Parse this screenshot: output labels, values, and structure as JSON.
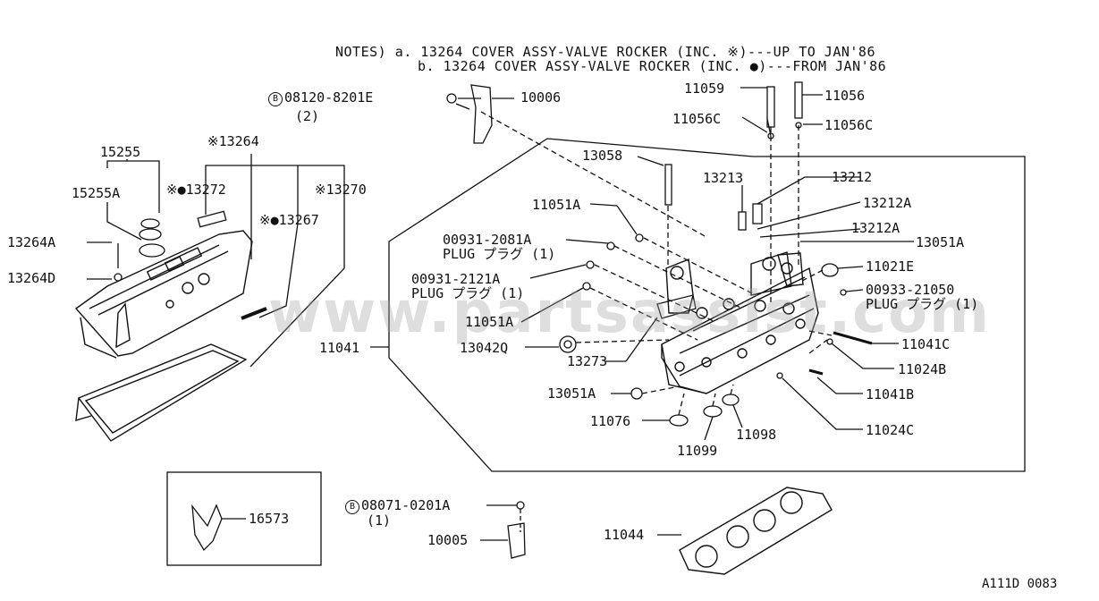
{
  "notes": {
    "line_a": "NOTES) a. 13264  COVER ASSY-VALVE ROCKER (INC.   ※)---UP TO JAN'86",
    "line_b": "b. 13264  COVER ASSY-VALVE ROCKER (INC.   ●)---FROM JAN'86"
  },
  "watermark": "www.partsassist.com",
  "diagram_code": "A111D 0083",
  "bolt_marker": "B",
  "labels": {
    "p08120": "08120-8201E",
    "p08120_qty": "(2)",
    "p10006": "10006",
    "p11059": "11059",
    "p11056": "11056",
    "p11056c_l": "11056C",
    "p11056c_r": "11056C",
    "p15255": "15255",
    "p15255a": "15255A",
    "p13264": "※13264",
    "p13272": "※●13272",
    "p13270": "※13270",
    "p13267": "※●13267",
    "p13264a": "13264A",
    "p13264d": "13264D",
    "p13058": "13058",
    "p13213": "13213",
    "p13212": "13212",
    "p13212a_1": "13212A",
    "p13212a_2": "13212A",
    "p13051a_r": "13051A",
    "p11051a_1": "11051A",
    "p00931_2081a": "00931-2081A",
    "plug_1": "PLUG  プラグ  (1)",
    "p00931_2121a": "00931-2121A",
    "plug_2": "PLUG  プラグ  (1)",
    "p11021e": "11021E",
    "p00933": "00933-21050",
    "plug_3": "PLUG  プラグ  (1)",
    "p11051a_2": "11051A",
    "p11041": "11041",
    "p13042q": "13042Q",
    "p13273": "13273",
    "p11041c": "11041C",
    "p11024b": "11024B",
    "p13051a_l": "13051A",
    "p11041b": "11041B",
    "p11076": "11076",
    "p11099": "11099",
    "p11098": "11098",
    "p11024c": "11024C",
    "p16573": "16573",
    "p08071": "08071-0201A",
    "p08071_qty": "(1)",
    "p10005": "10005",
    "p11044": "11044"
  }
}
